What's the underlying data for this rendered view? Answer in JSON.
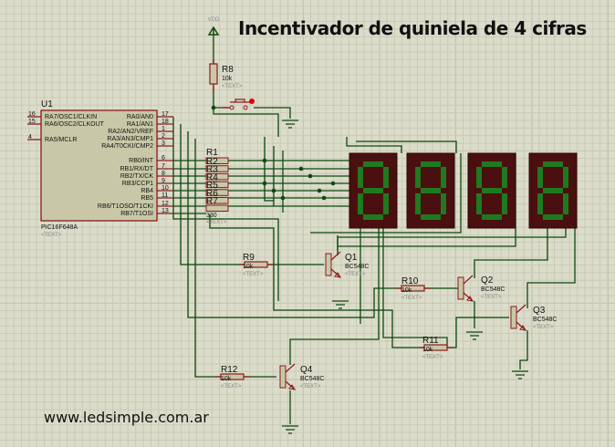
{
  "title": "Incentivador de quiniela de 4 cifras",
  "website": "www.ledsimple.com.ar",
  "vdd": "VDD",
  "text_placeholder": "<TEXT>",
  "mcu": {
    "ref": "U1",
    "part": "PIC16F648A",
    "left_pins": [
      {
        "num": "16",
        "name": "RA7/OSC1/CLKIN"
      },
      {
        "num": "15",
        "name": "RA6/OSC2/CLKOUT"
      },
      {
        "num": "4",
        "name": "RA5/MCLR"
      }
    ],
    "right_pins": [
      {
        "num": "17",
        "name": "RA0/AN0"
      },
      {
        "num": "18",
        "name": "RA1/AN1"
      },
      {
        "num": "1",
        "name": "RA2/AN2/VREF"
      },
      {
        "num": "2",
        "name": "RA3/AN3/CMP1"
      },
      {
        "num": "3",
        "name": "RA4/T0CKI/CMP2"
      },
      {
        "num": "6",
        "name": "RB0/INT"
      },
      {
        "num": "7",
        "name": "RB1/RX/DT"
      },
      {
        "num": "8",
        "name": "RB2/TX/CK"
      },
      {
        "num": "9",
        "name": "RB3/CCP1"
      },
      {
        "num": "10",
        "name": "RB4"
      },
      {
        "num": "11",
        "name": "RB5"
      },
      {
        "num": "12",
        "name": "RB6/T1OSO/T1CKI"
      },
      {
        "num": "13",
        "name": "RB7/T1OSI"
      }
    ]
  },
  "resistor_pack": {
    "ref": "R1",
    "items": [
      "R2",
      "R3",
      "R4",
      "R5",
      "R6",
      "R7"
    ],
    "value": "330"
  },
  "resistors": [
    {
      "ref": "R8",
      "value": "10k"
    },
    {
      "ref": "R9",
      "value": "10k"
    },
    {
      "ref": "R10",
      "value": "10k"
    },
    {
      "ref": "R11",
      "value": "10k"
    },
    {
      "ref": "R12",
      "value": "10k"
    }
  ],
  "transistors": [
    {
      "ref": "Q1",
      "part": "BC548C"
    },
    {
      "ref": "Q2",
      "part": "BC548C"
    },
    {
      "ref": "Q3",
      "part": "BC548C"
    },
    {
      "ref": "Q4",
      "part": "BC548C"
    }
  ],
  "displays": [
    {
      "digit": "8"
    },
    {
      "digit": "8"
    },
    {
      "digit": "8"
    },
    {
      "digit": "8"
    }
  ],
  "colors": {
    "wire": "#0b4a0b",
    "pin": "#8b1a1a",
    "body": "#c8c8a8",
    "display": "#4a0f0f",
    "segment": "#1f7a1f"
  }
}
